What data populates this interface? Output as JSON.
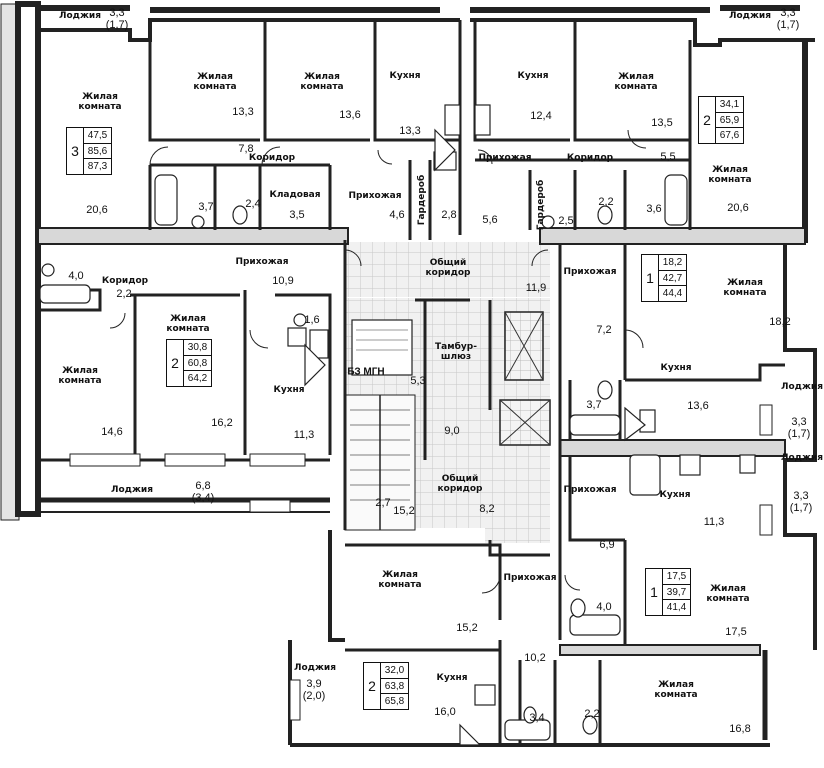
{
  "labels": {
    "loggia": "Лоджия",
    "living": "Жилая\nкомната",
    "kitchen": "Кухня",
    "hall": "Прихожая",
    "corridor": "Коридор",
    "storage": "Кладовая",
    "wardrobe": "Гардероб",
    "common_corridor": "Общий\nкоридор",
    "vestibule": "Тамбур-\nшлюз",
    "mgn": "БЗ МГН"
  },
  "apartments": [
    {
      "rooms": "3",
      "areas": [
        "47,5",
        "85,6",
        "87,3"
      ]
    },
    {
      "rooms": "2",
      "areas": [
        "34,1",
        "65,9",
        "67,6"
      ]
    },
    {
      "rooms": "2",
      "areas": [
        "30,8",
        "60,8",
        "64,2"
      ]
    },
    {
      "rooms": "1",
      "areas": [
        "18,2",
        "42,7",
        "44,4"
      ]
    },
    {
      "rooms": "1",
      "areas": [
        "17,5",
        "39,7",
        "41,4"
      ]
    },
    {
      "rooms": "2",
      "areas": [
        "32,0",
        "63,8",
        "65,8"
      ]
    }
  ],
  "room_areas": [
    "3,3\n(1,7)",
    "3,3\n(1,7)",
    "13,3",
    "13,6",
    "13,3",
    "12,4",
    "13,5",
    "20,6",
    "7,8",
    "5,5",
    "3,7",
    "2,4",
    "3,5",
    "4,6",
    "2,8",
    "5,6",
    "2,5",
    "2,2",
    "3,6",
    "20,6",
    "4,0",
    "2,2",
    "10,9",
    "11,9",
    "18,2",
    "1,6",
    "7,2",
    "5,3",
    "14,6",
    "16,2",
    "11,3",
    "3,7",
    "13,6",
    "3,3\n(1,7)",
    "9,0",
    "3,3\n(1,7)",
    "6,8\n(3,4)",
    "2,7",
    "15,2",
    "8,2",
    "11,3",
    "6,9",
    "4,0",
    "17,5",
    "15,2",
    "10,2",
    "3,9\n(2,0)",
    "16,0",
    "3,4",
    "2,2",
    "16,8"
  ]
}
